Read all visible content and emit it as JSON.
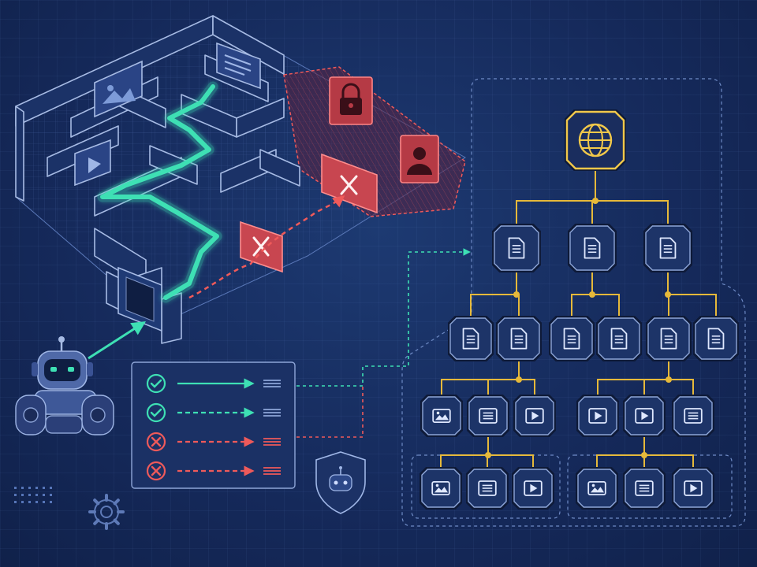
{
  "colors": {
    "background": "#16295a",
    "wall": "#9fb3dc",
    "path_success": "#3ee0b4",
    "path_blocked": "#ef5a5a",
    "tree_link": "#e6b93a",
    "node_fill": "#1d3468",
    "node_border": "#0e1a38"
  },
  "maze": {
    "rooms": [
      {
        "name": "image-room",
        "icon": "image-icon"
      },
      {
        "name": "document-room",
        "icon": "document-lines-icon"
      },
      {
        "name": "video-room",
        "icon": "video-play-icon"
      }
    ],
    "restricted_zone": {
      "icons": [
        "padlock-icon",
        "user-profile-icon"
      ]
    },
    "blocked_gates": [
      "blocked-gate-near",
      "blocked-gate-far"
    ]
  },
  "agent": {
    "icon": "crawler-robot-icon"
  },
  "results_panel": {
    "rows": [
      {
        "status": "success",
        "icon": "check-circle-icon",
        "arrow": "solid-teal"
      },
      {
        "status": "success",
        "icon": "check-circle-icon",
        "arrow": "dashed-teal"
      },
      {
        "status": "blocked",
        "icon": "x-circle-icon",
        "arrow": "dashed-red"
      },
      {
        "status": "blocked",
        "icon": "x-circle-icon",
        "arrow": "dashed-red"
      }
    ]
  },
  "decorations": [
    "shield-robot-icon",
    "gear-icon",
    "dot-grid"
  ],
  "site_tree": {
    "root": {
      "icon": "globe-icon"
    },
    "level1": [
      "document-icon",
      "document-icon",
      "document-icon"
    ],
    "level2": [
      "document-icon",
      "document-icon",
      "document-icon",
      "document-icon",
      "document-icon",
      "document-icon"
    ],
    "level3": [
      "image-icon",
      "text-lines-icon",
      "video-play-icon",
      "video-play-icon",
      "video-play-icon",
      "text-lines-icon"
    ],
    "level4": [
      "image-icon",
      "text-lines-icon",
      "video-play-icon",
      "image-icon",
      "text-lines-icon",
      "video-play-icon"
    ]
  }
}
